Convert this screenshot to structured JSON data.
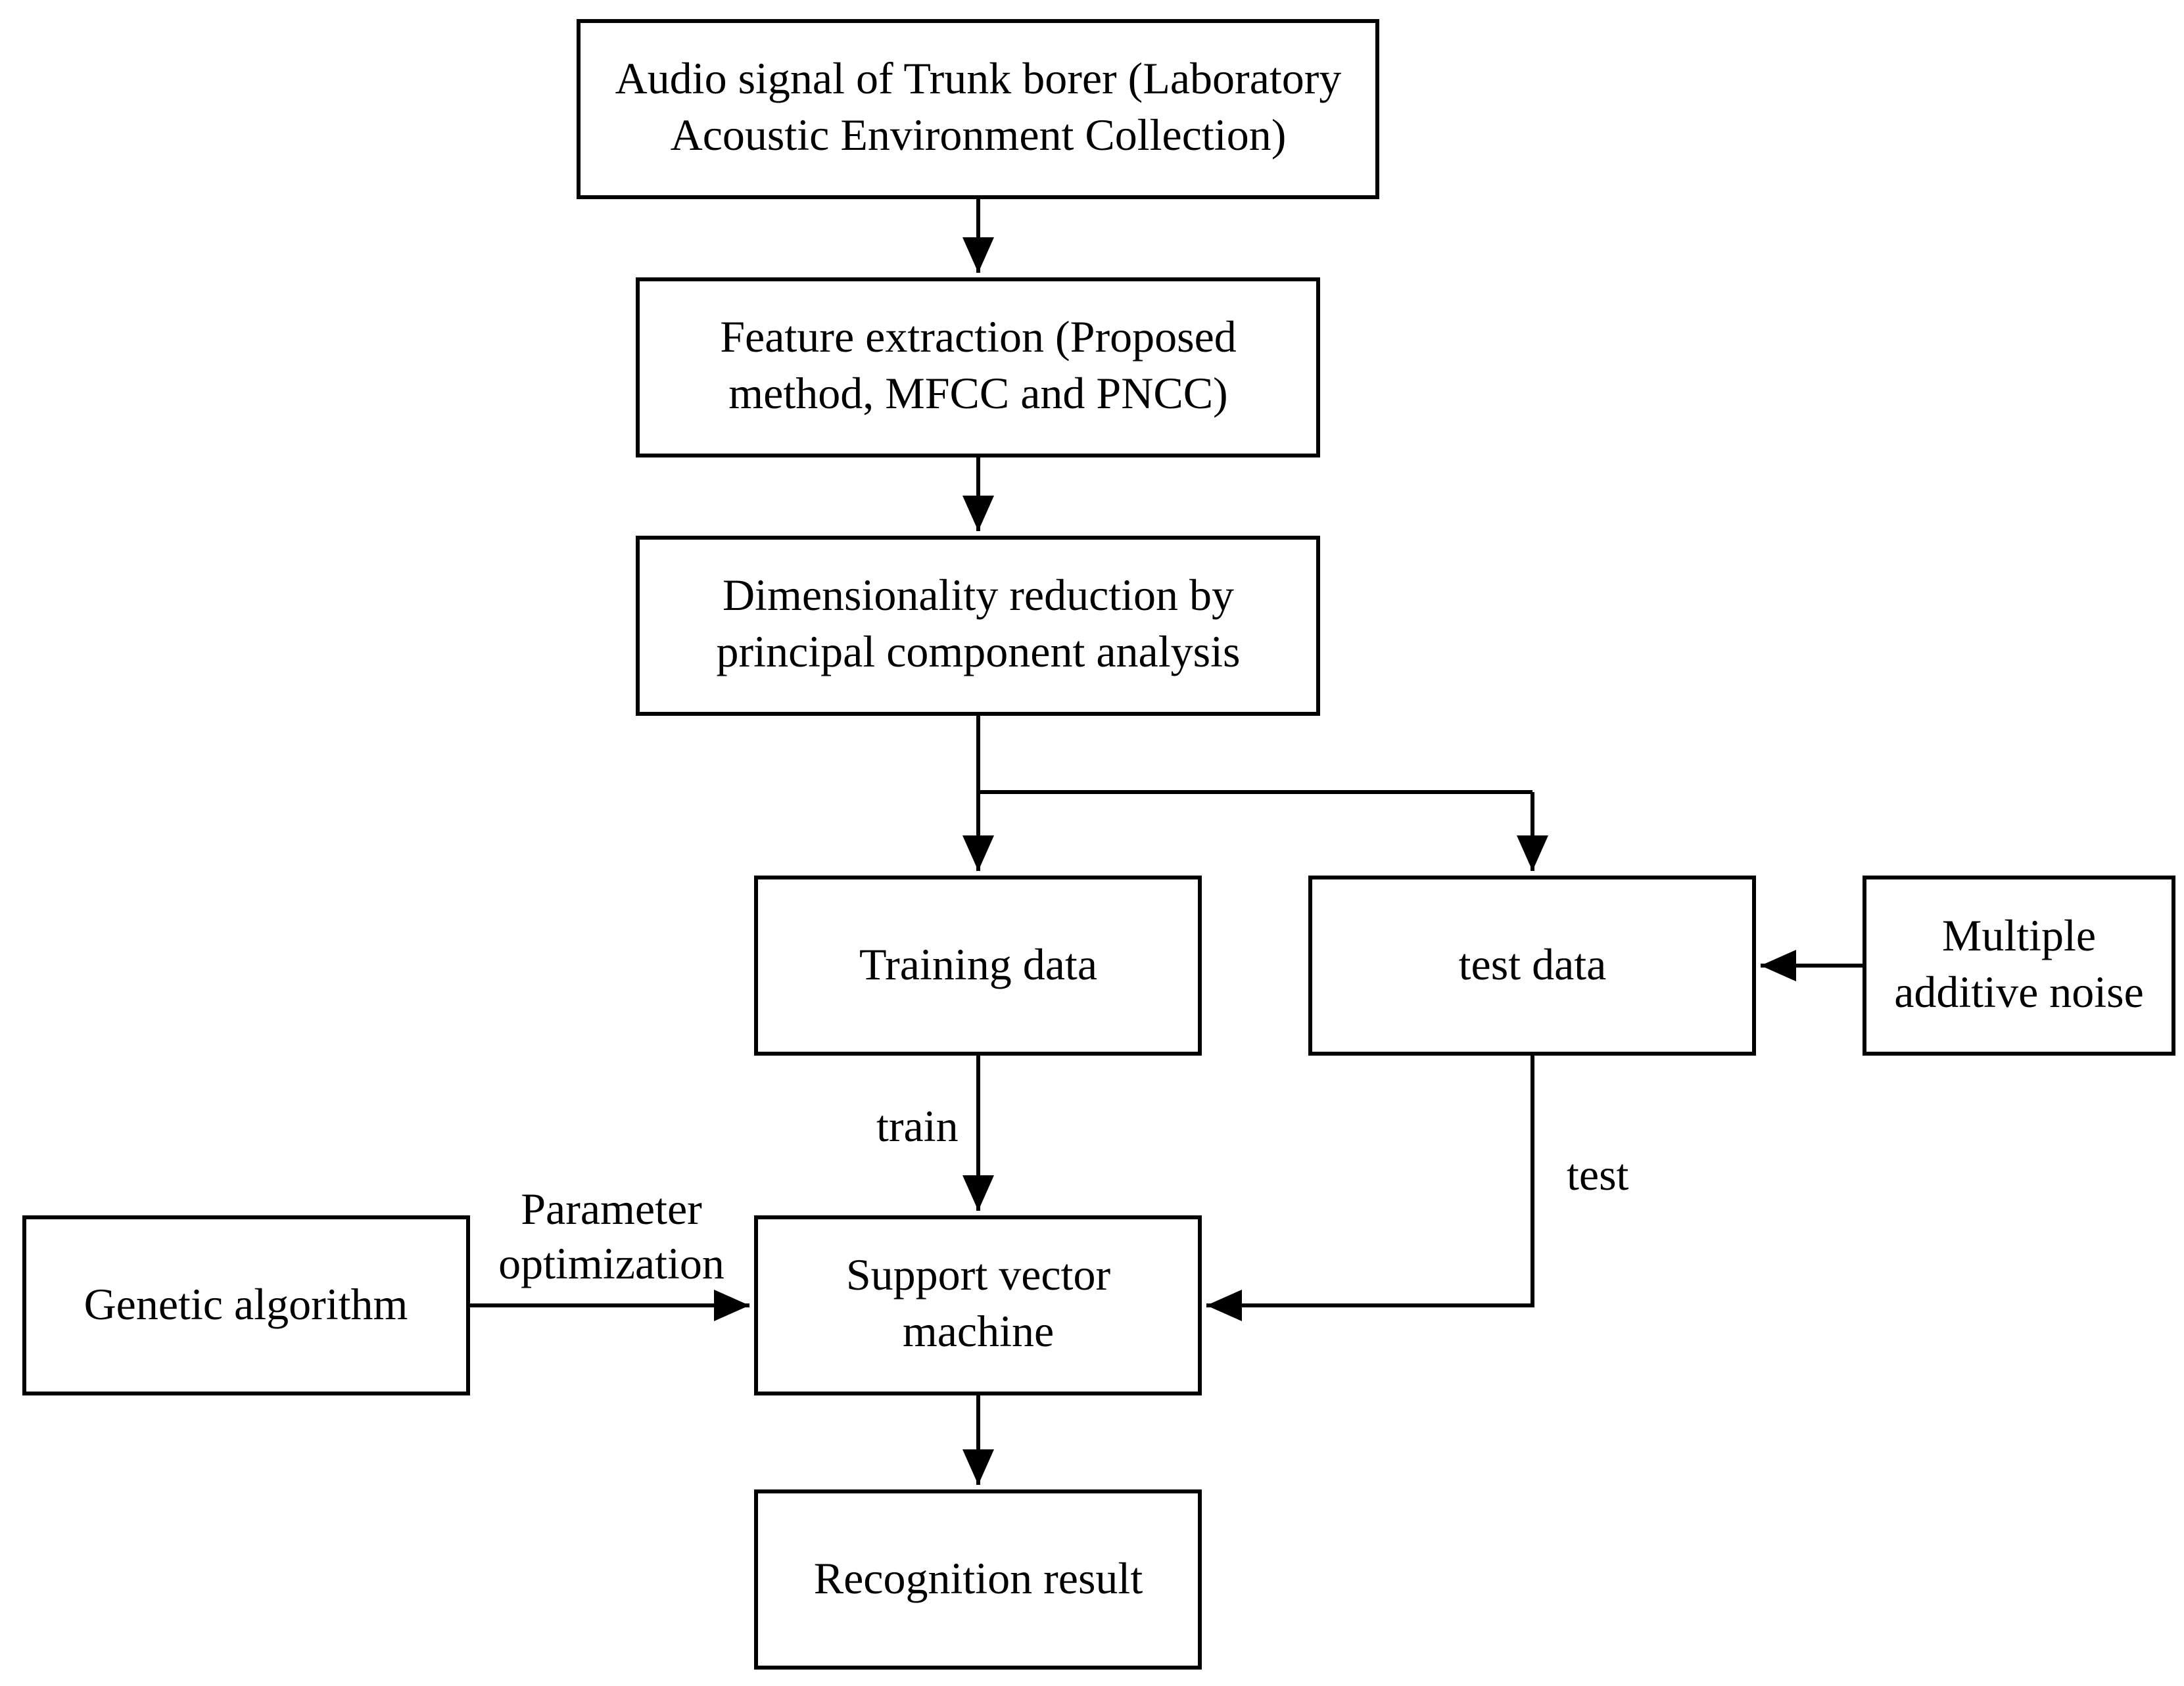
{
  "diagram": {
    "nodes": {
      "audio_signal": {
        "lines": [
          "Audio signal of Trunk borer (Laboratory",
          "Acoustic Environment Collection)"
        ]
      },
      "feature_extraction": {
        "lines": [
          "Feature extraction (Proposed",
          "method, MFCC and PNCC)"
        ]
      },
      "dim_reduction": {
        "lines": [
          "Dimensionality reduction by",
          "principal component analysis"
        ]
      },
      "training_data": {
        "lines": [
          "Training data"
        ]
      },
      "test_data": {
        "lines": [
          "test data"
        ]
      },
      "additive_noise": {
        "lines": [
          "Multiple",
          "additive noise"
        ]
      },
      "genetic_algorithm": {
        "lines": [
          "Genetic algorithm"
        ]
      },
      "svm": {
        "lines": [
          "Support vector",
          "machine"
        ]
      },
      "recognition_result": {
        "lines": [
          "Recognition result"
        ]
      }
    },
    "edge_labels": {
      "train": "train",
      "test": "test",
      "param_line1": "Parameter",
      "param_line2": "optimization"
    },
    "edges": [
      {
        "from": "audio_signal",
        "to": "feature_extraction"
      },
      {
        "from": "feature_extraction",
        "to": "dim_reduction"
      },
      {
        "from": "dim_reduction",
        "to": "training_data"
      },
      {
        "from": "dim_reduction",
        "to": "test_data"
      },
      {
        "from": "additive_noise",
        "to": "test_data"
      },
      {
        "from": "training_data",
        "to": "svm",
        "label": "train"
      },
      {
        "from": "test_data",
        "to": "svm",
        "label": "test"
      },
      {
        "from": "genetic_algorithm",
        "to": "svm",
        "label": "Parameter optimization"
      },
      {
        "from": "svm",
        "to": "recognition_result"
      }
    ]
  }
}
